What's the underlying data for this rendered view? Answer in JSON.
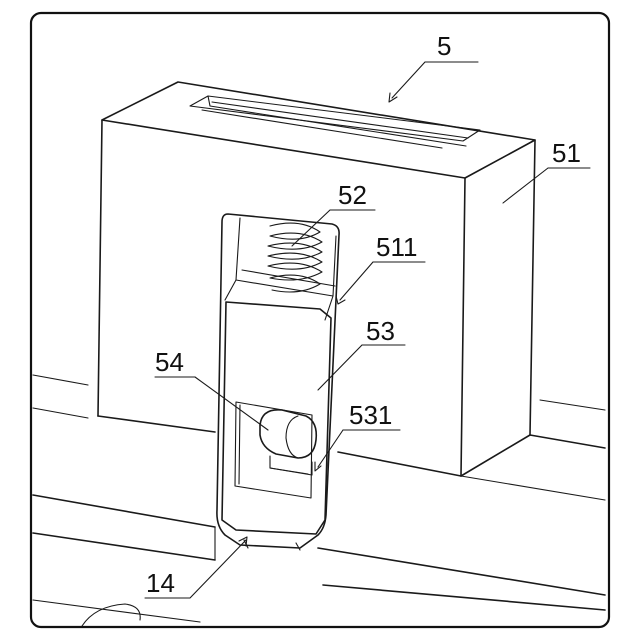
{
  "figure": {
    "callouts": [
      {
        "id": "c5",
        "text": "5"
      },
      {
        "id": "c51",
        "text": "51"
      },
      {
        "id": "c52",
        "text": "52"
      },
      {
        "id": "c511",
        "text": "511"
      },
      {
        "id": "c53",
        "text": "53"
      },
      {
        "id": "c54",
        "text": "54"
      },
      {
        "id": "c531",
        "text": "531"
      },
      {
        "id": "c14",
        "text": "14"
      }
    ]
  }
}
